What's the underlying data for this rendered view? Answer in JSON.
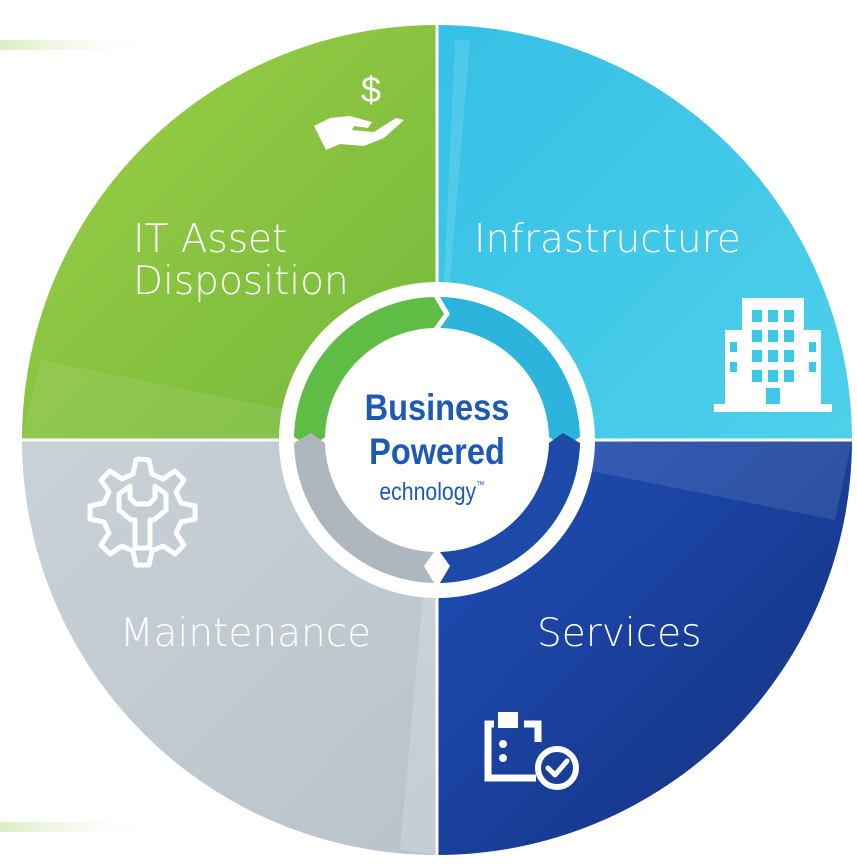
{
  "center": {
    "line1": "Business",
    "line2": "Powered",
    "line3": "echnology",
    "trademark": "™"
  },
  "quadrants": [
    {
      "id": "itad",
      "label_line1": "IT Asset",
      "label_line2": "Disposition",
      "icon": "hand-dollar-icon",
      "color": "#8cc63f"
    },
    {
      "id": "infrastructure",
      "label_line1": "Infrastructure",
      "icon": "building-icon",
      "color": "#3cc8e6"
    },
    {
      "id": "services",
      "label_line1": "Services",
      "icon": "clipboard-check-icon",
      "color": "#1a3f9e"
    },
    {
      "id": "maintenance",
      "label_line1": "Maintenance",
      "icon": "gear-wrench-icon",
      "color": "#c3cdd4"
    }
  ],
  "icons": {
    "dollar_symbol": "$"
  },
  "colors": {
    "green": "#8cc63f",
    "cyan": "#3cc8e6",
    "blue": "#1a3f9e",
    "gray": "#c3cdd4",
    "center_text": "#1c5ab4"
  }
}
